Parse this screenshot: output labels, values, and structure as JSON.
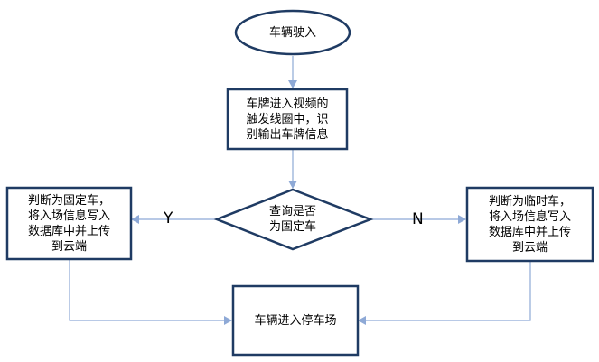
{
  "start": {
    "label": "车辆驶入"
  },
  "step_recognize": {
    "label": "车牌进入视频的\n触发线圈中，识\n别输出车牌信息"
  },
  "decision": {
    "label": "查询是否\n为固定车"
  },
  "branch_yes": {
    "label": "Y",
    "text": "判断为固定车，\n将入场信息写入\n数据库中并上传\n到云端"
  },
  "branch_no": {
    "label": "N",
    "text": "判断为临时车，\n将入场信息写入\n数据库中并上传\n到云端"
  },
  "end": {
    "label": "车辆进入停车场"
  },
  "colors": {
    "box_border": "#1f3b63",
    "arrow": "#8ea9d6",
    "fill": "#ffffff"
  }
}
